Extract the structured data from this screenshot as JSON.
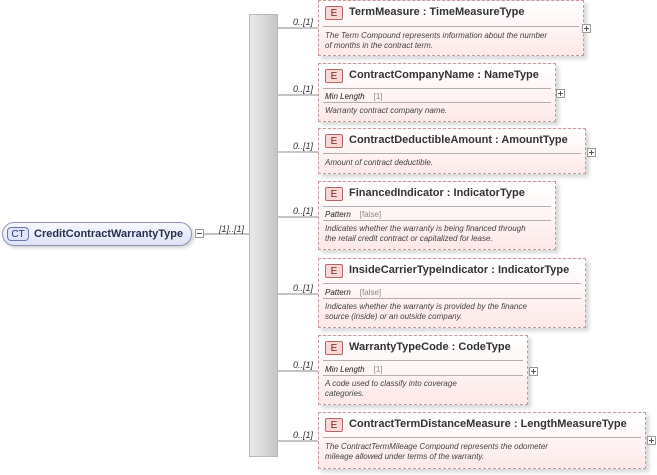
{
  "root": {
    "badge": "CT",
    "name": "CreditContractWarrantyType",
    "occurrence": "[1]..[1]"
  },
  "elements": [
    {
      "badge": "E",
      "title": "TermMeasure : TimeMeasureType",
      "occurrence": "0..[1]",
      "description": [
        "The Term Compound represents information about the number",
        "of months in the contract term."
      ]
    },
    {
      "badge": "E",
      "title": "ContractCompanyName : NameType",
      "occurrence": "0..[1]",
      "facet": {
        "name": "Min Length",
        "value": "[1]"
      },
      "description": [
        "Warranty contract company name."
      ]
    },
    {
      "badge": "E",
      "title": "ContractDeductibleAmount : AmountType",
      "occurrence": "0..[1]",
      "description": [
        "Amount of contract deductible."
      ]
    },
    {
      "badge": "E",
      "title": "FinancedIndicator : IndicatorType",
      "occurrence": "0..[1]",
      "facet": {
        "name": "Pattern",
        "value": "[false]"
      },
      "description": [
        "Indicates whether the warranty is being financed through",
        "the retail credit contract or capitalized for lease."
      ]
    },
    {
      "badge": "E",
      "title": "InsideCarrierTypeIndicator : IndicatorType",
      "occurrence": "0..[1]",
      "facet": {
        "name": "Pattern",
        "value": "[false]"
      },
      "description": [
        "Indicates whether the warranty is provided by the finance",
        "source (inside) or an outside company."
      ]
    },
    {
      "badge": "E",
      "title": "WarrantyTypeCode : CodeType",
      "occurrence": "0..[1]",
      "facet": {
        "name": "Min Length",
        "value": "[1]"
      },
      "description": [
        "A code used to classify into coverage",
        "categories."
      ]
    },
    {
      "badge": "E",
      "title": "ContractTermDistanceMeasure : LengthMeasureType",
      "occurrence": "0..[1]",
      "description": [
        "The ContractTermMileage Compound represents the odometer",
        "mileage allowed under terms of the warranty."
      ]
    }
  ]
}
